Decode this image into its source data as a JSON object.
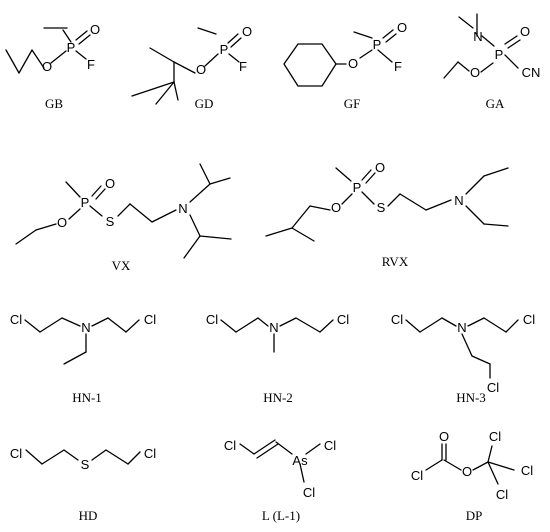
{
  "figure": {
    "title": "",
    "molecules": [
      {
        "id": "gb",
        "caption": "GB"
      },
      {
        "id": "gd",
        "caption": "GD"
      },
      {
        "id": "gf",
        "caption": "GF"
      },
      {
        "id": "ga",
        "caption": "GA"
      },
      {
        "id": "vx",
        "caption": "VX"
      },
      {
        "id": "rvx",
        "caption": "RVX"
      },
      {
        "id": "hn1",
        "caption": "HN-1"
      },
      {
        "id": "hn2",
        "caption": "HN-2"
      },
      {
        "id": "hn3",
        "caption": "HN-3"
      },
      {
        "id": "hd",
        "caption": "HD"
      },
      {
        "id": "l1",
        "caption": "L (L-1)"
      },
      {
        "id": "dp",
        "caption": "DP"
      }
    ]
  },
  "atoms": {
    "o": "O",
    "p": "P",
    "f": "F",
    "n": "N",
    "s": "S",
    "cl": "Cl",
    "as": "As",
    "cn": "CN"
  }
}
